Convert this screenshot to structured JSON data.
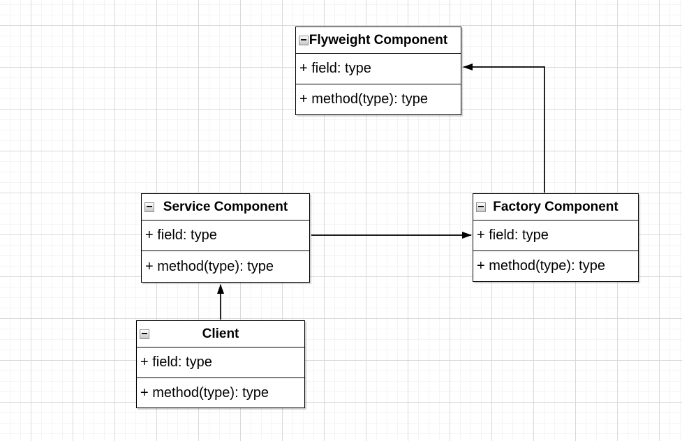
{
  "diagram": {
    "classes": [
      {
        "id": "flyweight",
        "title": "Flyweight Component",
        "field": "+ field: type",
        "method": "+ method(type): type",
        "collapse_icon": "minus-square-icon"
      },
      {
        "id": "service",
        "title": "Service Component",
        "field": "+ field: type",
        "method": "+ method(type): type",
        "collapse_icon": "minus-square-icon"
      },
      {
        "id": "factory",
        "title": "Factory Component",
        "field": "+ field: type",
        "method": "+ method(type): type",
        "collapse_icon": "minus-square-icon"
      },
      {
        "id": "client",
        "title": "Client",
        "field": "+ field: type",
        "method": "+ method(type): type",
        "collapse_icon": "minus-square-icon"
      }
    ],
    "edges": [
      {
        "id": "service-to-factory",
        "from": "Service Component",
        "to": "Factory Component",
        "arrow": "filled-triangle"
      },
      {
        "id": "factory-to-flyweight",
        "from": "Factory Component",
        "to": "Flyweight Component",
        "arrow": "filled-triangle"
      },
      {
        "id": "client-to-service",
        "from": "Client",
        "to": "Service Component",
        "arrow": "filled-triangle"
      }
    ],
    "colors": {
      "shape_stroke": "#000000",
      "shape_fill": "#ffffff",
      "text": "#000000",
      "grid_major": "#d9d9d9",
      "grid_minor": "#f4f4f4",
      "background": "#ffffff"
    }
  }
}
